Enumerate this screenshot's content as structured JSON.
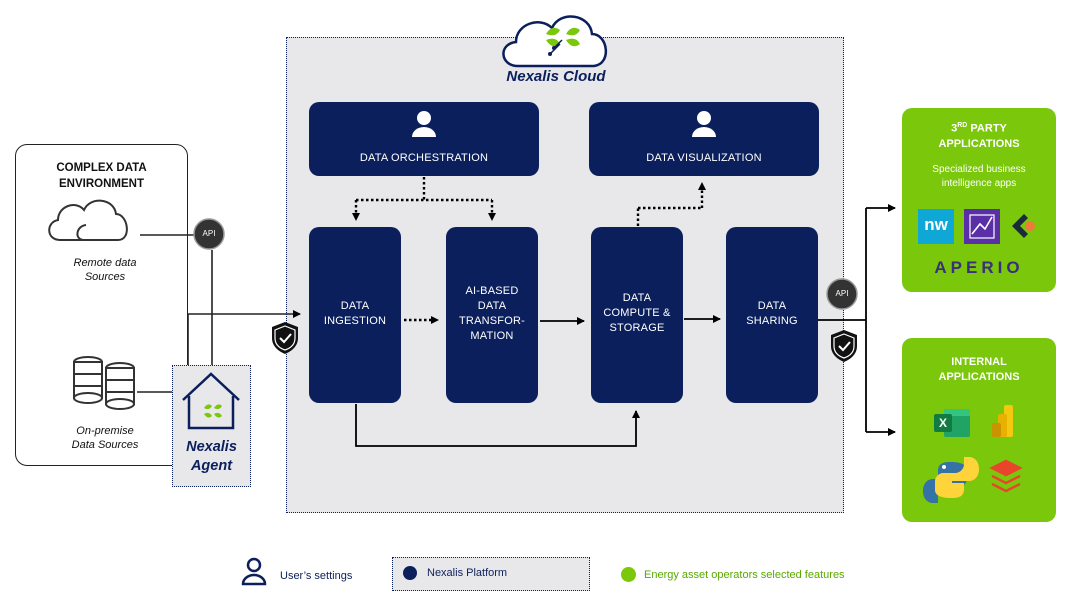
{
  "cloud": {
    "title": "Nexalis Cloud"
  },
  "environment": {
    "title_line1": "COMPLEX DATA",
    "title_line2": "ENVIRONMENT",
    "remote_line1": "Remote data",
    "remote_line2": "Sources",
    "onprem_line1": "On-premise",
    "onprem_line2": "Data Sources"
  },
  "agent": {
    "line1": "Nexalis",
    "line2": "Agent"
  },
  "api_label": "API",
  "boxes": {
    "orchestration": "DATA ORCHESTRATION",
    "visualization": "DATA VISUALIZATION",
    "ingestion": [
      "DATA",
      "INGESTION"
    ],
    "transformation": [
      "AI-BASED",
      "DATA",
      "TRANSFOR-",
      "MATION"
    ],
    "compute": [
      "DATA",
      "COMPUTE &",
      "STORAGE"
    ],
    "sharing": [
      "DATA",
      "SHARING"
    ]
  },
  "third_party": {
    "title_prefix": "3",
    "title_sup": "RD",
    "title_rest": " PARTY",
    "title_line2": "APPLICATIONS",
    "subtitle_line1": "Specialized business",
    "subtitle_line2": "intelligence apps",
    "logo_nw": "nw",
    "logo_aperio": "APERIO"
  },
  "internal": {
    "title_line1": "INTERNAL",
    "title_line2": "APPLICATIONS",
    "excel_letter": "X"
  },
  "legend": {
    "user_settings": "User’s settings",
    "platform": "Nexalis Platform",
    "features": "Energy asset operators selected features"
  },
  "colors": {
    "navy": "#0b1f5c",
    "green": "#7ac70c",
    "panel": "#e8e8ea",
    "api": "#333333"
  }
}
